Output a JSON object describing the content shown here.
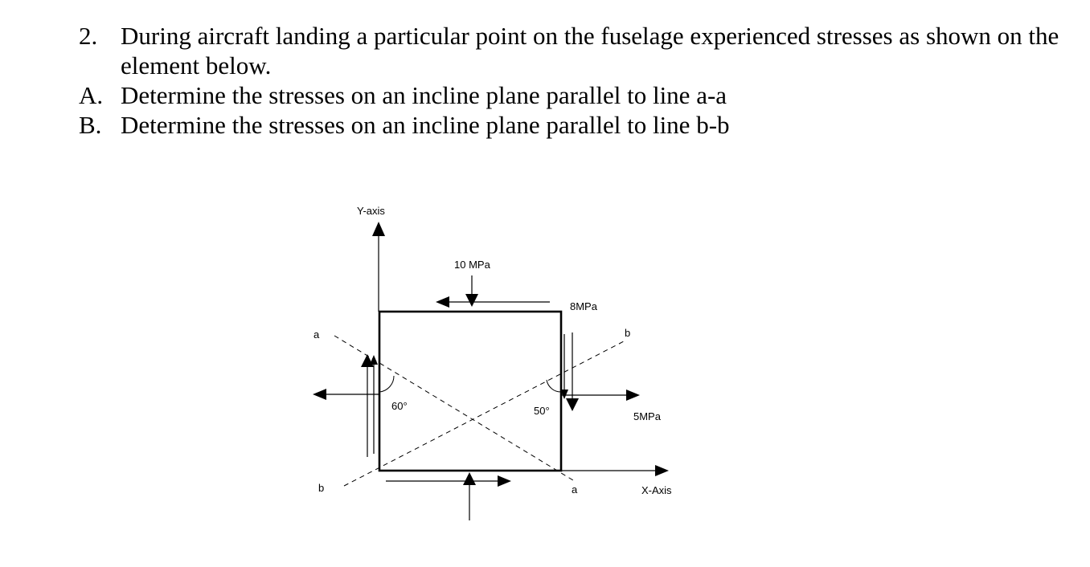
{
  "problem": {
    "main": {
      "number": "2.",
      "text": "During aircraft landing a particular point on the fuselage experienced stresses as shown on the element below."
    },
    "part_a": {
      "number": "A.",
      "text": "Determine the stresses on an incline plane parallel to line a-a"
    },
    "part_b": {
      "number": "B.",
      "text": "Determine the stresses on an incline plane parallel to line b-b"
    }
  },
  "diagram": {
    "y_axis_label": "Y-axis",
    "x_axis_label": "X-Axis",
    "top_stress_label": "10 MPa",
    "shear_stress_label": "8MPa",
    "normal_x_stress_label": "5MPa",
    "angle_left_label": "60°",
    "angle_right_label": "50°",
    "line_a_start_label": "a",
    "line_a_end_label": "a",
    "line_b_start_label": "b",
    "line_b_end_label": "b"
  }
}
